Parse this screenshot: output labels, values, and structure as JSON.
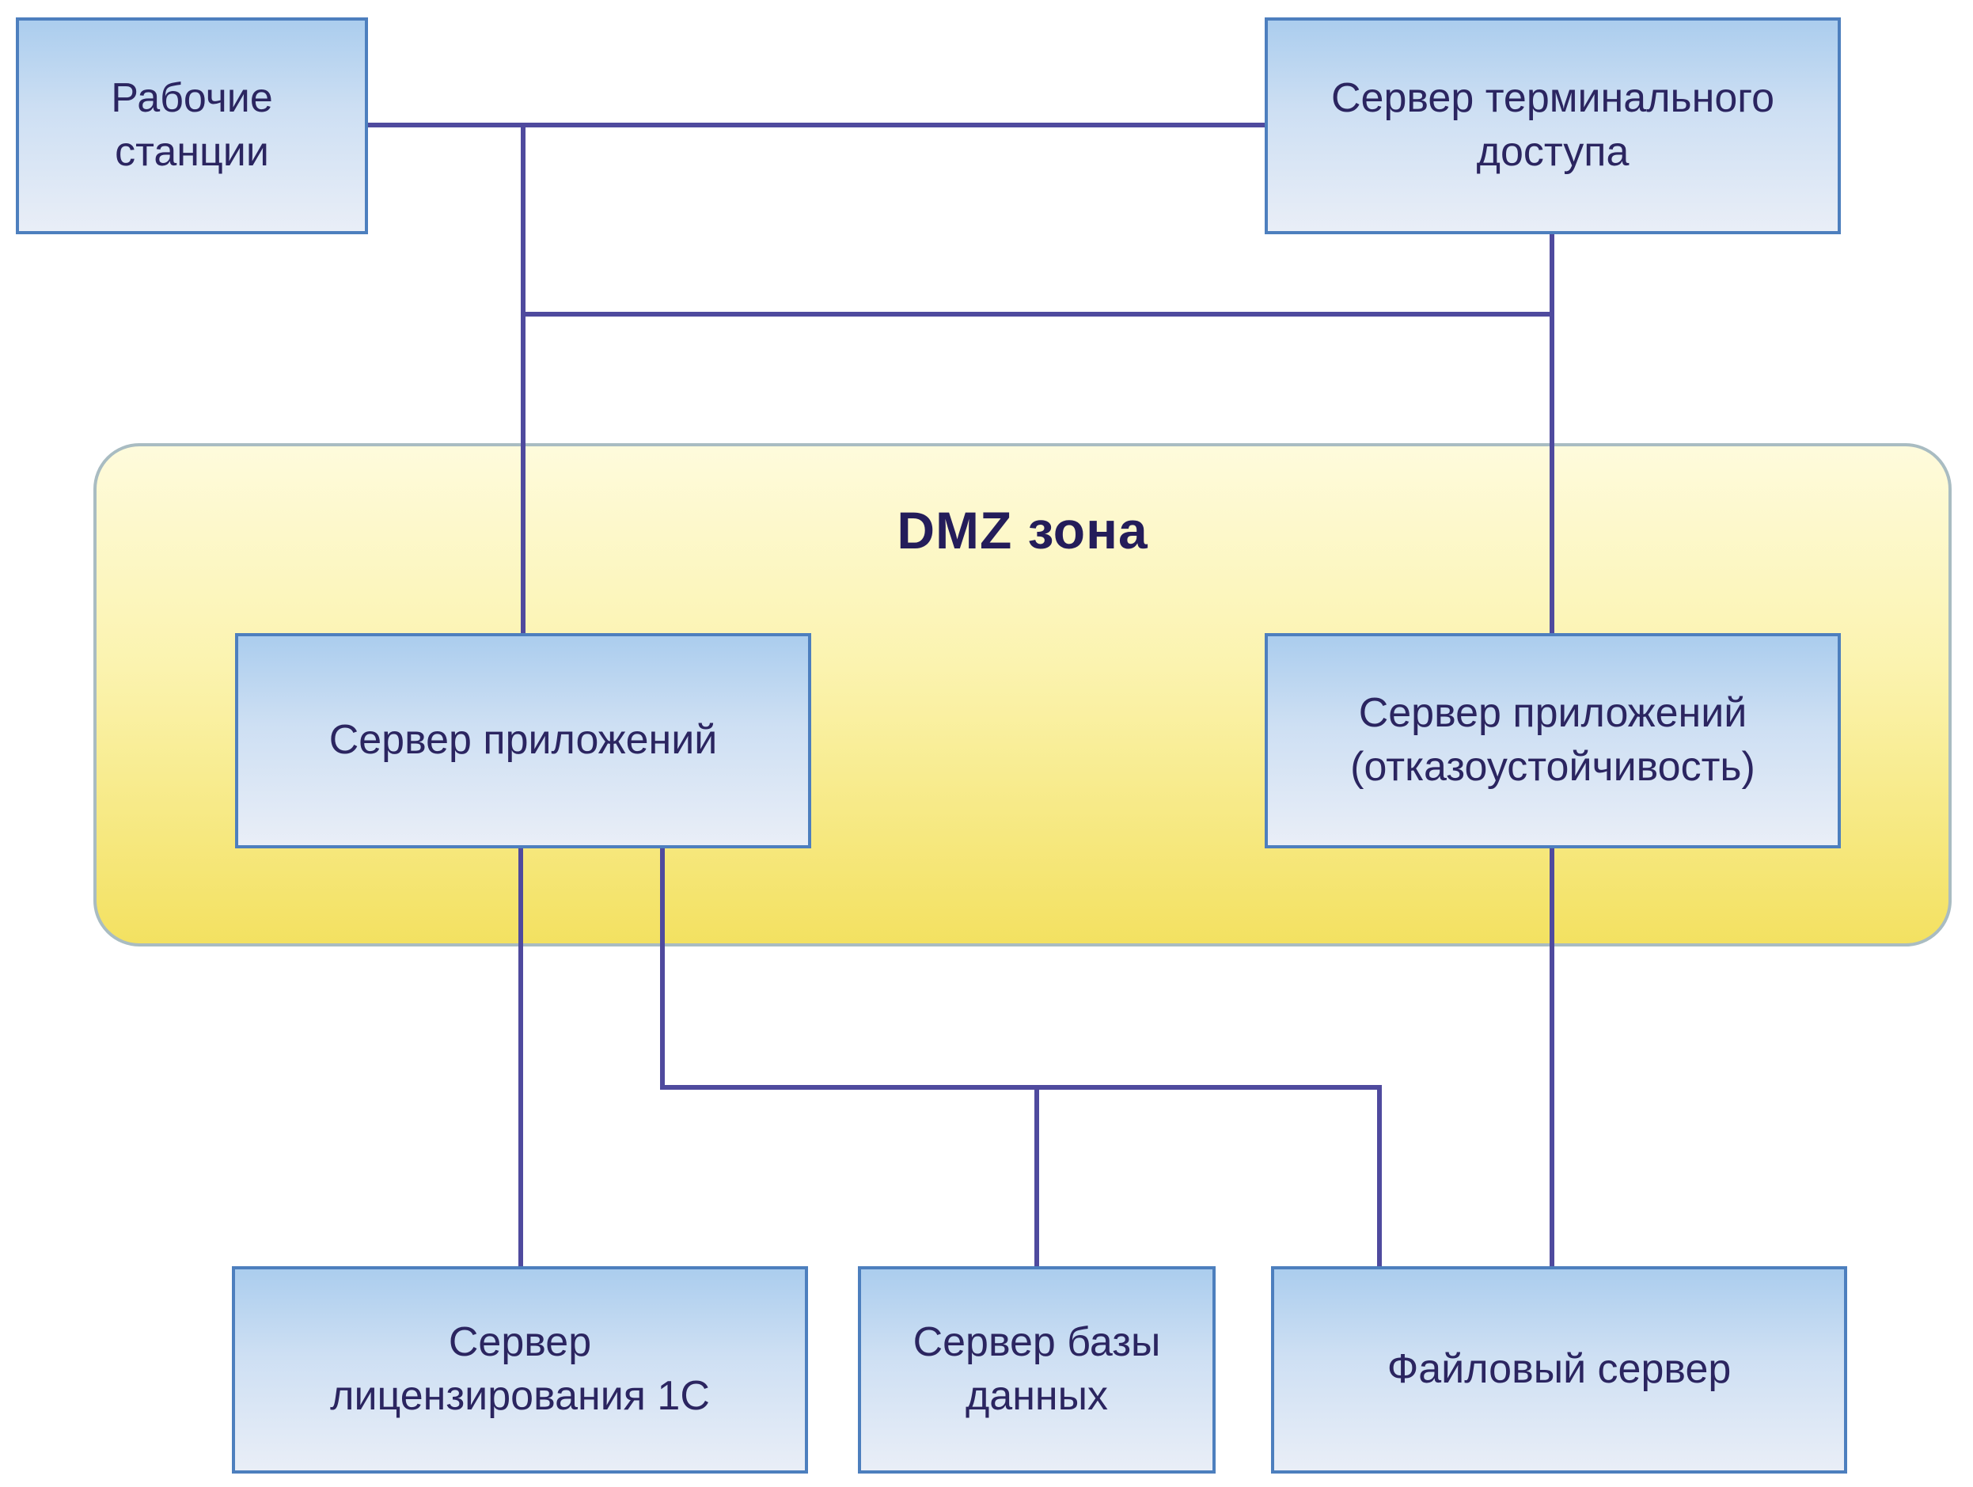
{
  "diagram": {
    "dmz": {
      "title": "DMZ зона"
    },
    "nodes": {
      "workstations": {
        "label": "Рабочие станции"
      },
      "terminal": {
        "label": "Сервер терминального доступа"
      },
      "app1": {
        "label": "Сервер приложений"
      },
      "app2": {
        "label": "Сервер приложений (отказоустойчивость)"
      },
      "license": {
        "label": "Сервер лицензирования 1С"
      },
      "database": {
        "label": "Сервер базы данных"
      },
      "file": {
        "label": "Файловый сервер"
      }
    },
    "links": [
      {
        "name": "workstations-terminal",
        "type": "horizontal"
      },
      {
        "name": "branch-to-app1",
        "type": "vertical"
      },
      {
        "name": "cross-horizontal",
        "type": "horizontal"
      },
      {
        "name": "terminal-to-app2",
        "type": "vertical"
      },
      {
        "name": "app1-to-license",
        "type": "vertical"
      },
      {
        "name": "app1-drop",
        "type": "vertical"
      },
      {
        "name": "lower-horizontal",
        "type": "horizontal"
      },
      {
        "name": "drop-to-database",
        "type": "vertical"
      },
      {
        "name": "drop-to-file",
        "type": "vertical"
      },
      {
        "name": "app2-to-file",
        "type": "vertical"
      }
    ]
  },
  "colors": {
    "line": "#4f4a9e",
    "boxBorder": "#4d7fbe",
    "nodeText": "#2b2560",
    "dmzBorder": "#a9bcc2",
    "dmzTitle": "#241d5a",
    "boxTop": "#abcdee",
    "boxMid": "#cddff3",
    "boxBottom": "#e9eef7",
    "dmzTop": "#fefbdc",
    "dmzMid": "#fbf3ae",
    "dmzBottom": "#f3e161"
  }
}
